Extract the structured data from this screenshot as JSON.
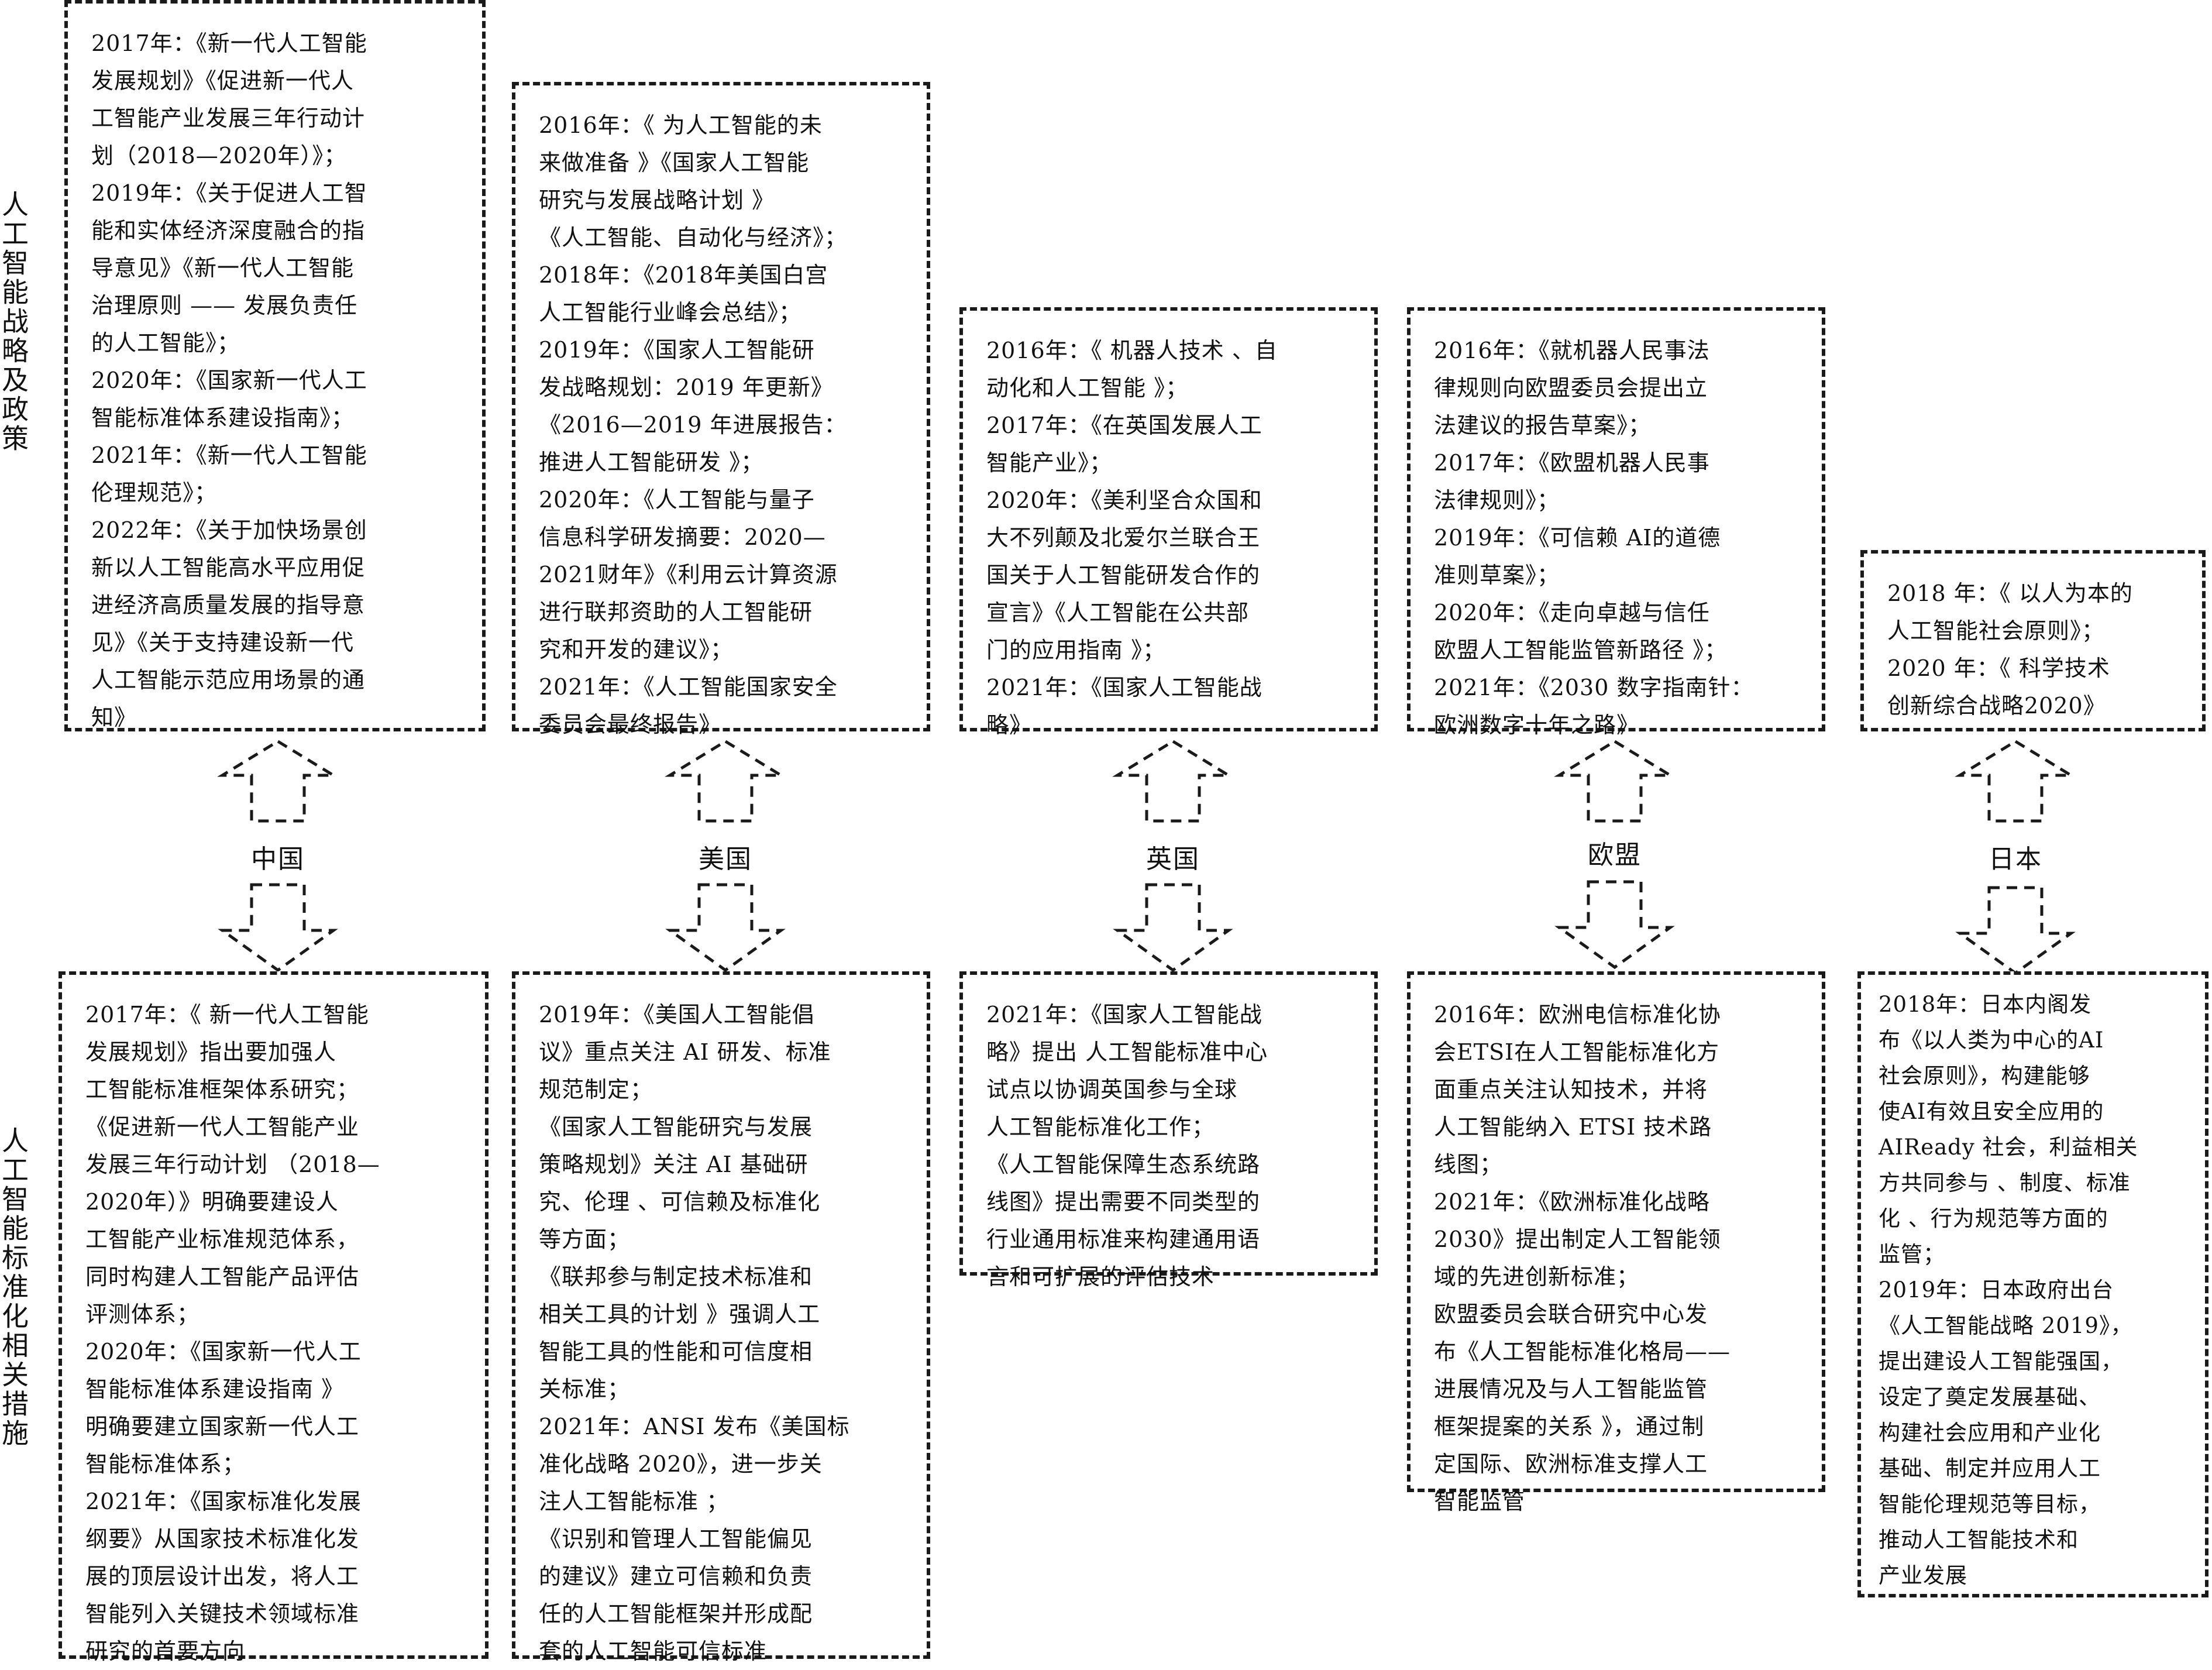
{
  "side_labels": {
    "top": "人工智能战略及政策",
    "bottom": "人工智能标准化相关措施"
  },
  "regions": [
    "中国",
    "美国",
    "英国",
    "欧盟",
    "日本"
  ],
  "strategy_boxes": [
    "2017年：《新一代人工智能\n发展规划》《促进新一代人\n工智能产业发展三年行动计\n划（2018—2020年）》；\n2019年：《关于促进人工智\n能和实体经济深度融合的指\n导意见》《新一代人工智能\n治理原则 —— 发展负责任\n的人工智能》；\n2020年：《国家新一代人工\n智能标准体系建设指南》；\n2021年：《新一代人工智能\n伦理规范》；\n2022年：《关于加快场景创\n新以人工智能高水平应用促\n进经济高质量发展的指导意\n见》《关于支持建设新一代\n人工智能示范应用场景的通\n知》",
    "2016年：《 为人工智能的未\n来做准备 》《国家人工智能\n研究与发展战略计划 》\n《人工智能、自动化与经济》；\n2018年：《2018年美国白宫\n人工智能行业峰会总结》；\n2019年：《国家人工智能研\n发战略规划：2019 年更新》\n《2016—2019 年进展报告：\n推进人工智能研发 》；\n2020年：《人工智能与量子\n信息科学研发摘要：2020—\n2021财年》《利用云计算资源\n进行联邦资助的人工智能研\n究和开发的建议》；\n2021年：《人工智能国家安全\n委员会最终报告》",
    "2016年：《 机器人技术 、自\n动化和人工智能 》；\n2017年：《在英国发展人工\n智能产业》；\n2020年：《美利坚合众国和\n大不列颠及北爱尔兰联合王\n国关于人工智能研发合作的\n宣言》《人工智能在公共部\n门的应用指南 》；\n2021年：《国家人工智能战\n略》",
    "2016年：《就机器人民事法\n律规则向欧盟委员会提出立\n法建议的报告草案》；\n2017年：《欧盟机器人民事\n法律规则》；\n2019年：《可信赖 AI的道德\n准则草案》；\n2020年：《走向卓越与信任\n欧盟人工智能监管新路径 》；\n2021年：《2030 数字指南针：\n欧洲数字十年之路》",
    "2018 年：《 以人为本的\n人工智能社会原则》；\n2020 年：《 科学技术\n创新综合战略2020》"
  ],
  "standard_boxes": [
    "2017年：《 新一代人工智能\n发展规划》指出要加强人\n工智能标准框架体系研究；\n《促进新一代人工智能产业\n发展三年行动计划 （2018—\n2020年）》明确要建设人\n工智能产业标准规范体系，\n同时构建人工智能产品评估\n评测体系；\n2020年：《国家新一代人工\n智能标准体系建设指南 》\n明确要建立国家新一代人工\n智能标准体系；\n2021年：《国家标准化发展\n纲要》从国家技术标准化发\n展的顶层设计出发，将人工\n智能列入关键技术领域标准\n研究的首要方向",
    "2019年：《美国人工智能倡\n议》重点关注 AI 研发、标准\n规范制定；\n《国家人工智能研究与发展\n策略规划》关注 AI 基础研\n究、伦理 、可信赖及标准化\n等方面；\n《联邦参与制定技术标准和\n相关工具的计划 》强调人工\n智能工具的性能和可信度相\n关标准；\n2021年：ANSI 发布《美国标\n准化战略 2020》，进一步关\n注人工智能标准 ；\n《识别和管理人工智能偏见\n的建议》建立可信赖和负责\n任的人工智能框架并形成配\n套的人工智能可信标准",
    "2021年：《国家人工智能战\n略》提出 人工智能标准中心\n试点以协调英国参与全球\n人工智能标准化工作；\n《人工智能保障生态系统路\n线图》提出需要不同类型的\n行业通用标准来构建通用语\n言和可扩展的评估技术",
    "2016年：欧洲电信标准化协\n会ETSI在人工智能标准化方\n面重点关注认知技术，并将\n人工智能纳入 ETSI 技术路\n线图；\n2021年：《欧洲标准化战略\n2030》提出制定人工智能领\n域的先进创新标准；\n欧盟委员会联合研究中心发\n布《人工智能标准化格局——\n进展情况及与人工智能监管\n框架提案的关系 》，通过制\n定国际、欧洲标准支撑人工\n智能监管",
    "2018年：日本内阁发\n布《以人类为中心的AI\n社会原则》，构建能够\n使AI有效且安全应用的\nAIReady 社会，利益相关\n方共同参与 、制度、标准\n化 、行为规范等方面的\n监管；\n2019年：日本政府出台\n《人工智能战略 2019》，\n提出建设人工智能强国，\n设定了奠定发展基础、\n构建社会应用和产业化\n基础、制定并应用人工\n智能伦理规范等目标，\n推动人工智能技术和\n产业发展"
  ]
}
